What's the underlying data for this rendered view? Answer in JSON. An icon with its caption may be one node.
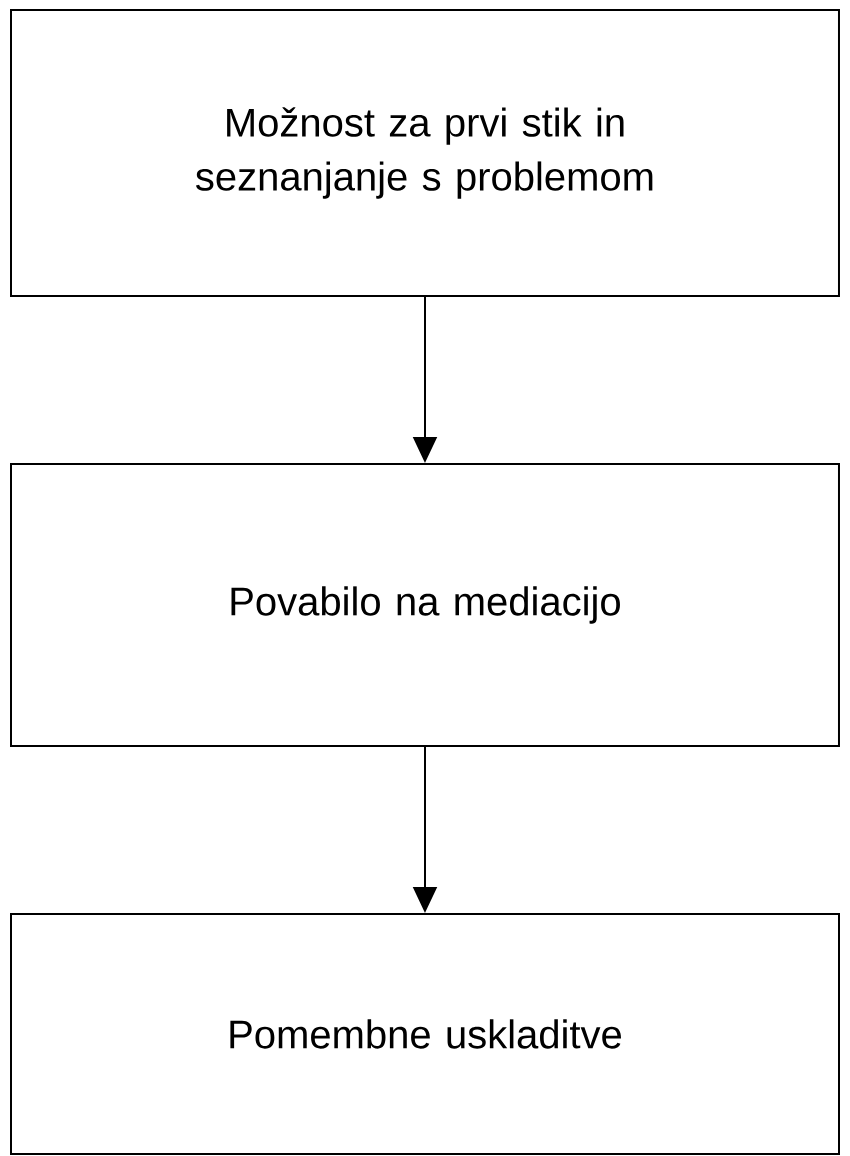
{
  "diagram": {
    "nodes": [
      {
        "text": [
          "Možnost za prvi stik in seznanjanje s problemom"
        ]
      },
      {
        "text": [
          "Povabilo na mediacijo"
        ]
      },
      {
        "text": [
          "Pomembne uskladitve"
        ]
      }
    ],
    "edges": [
      {
        "from": 0,
        "to": 1,
        "arrow": "to"
      },
      {
        "from": 1,
        "to": 2,
        "arrow": "to"
      }
    ]
  }
}
